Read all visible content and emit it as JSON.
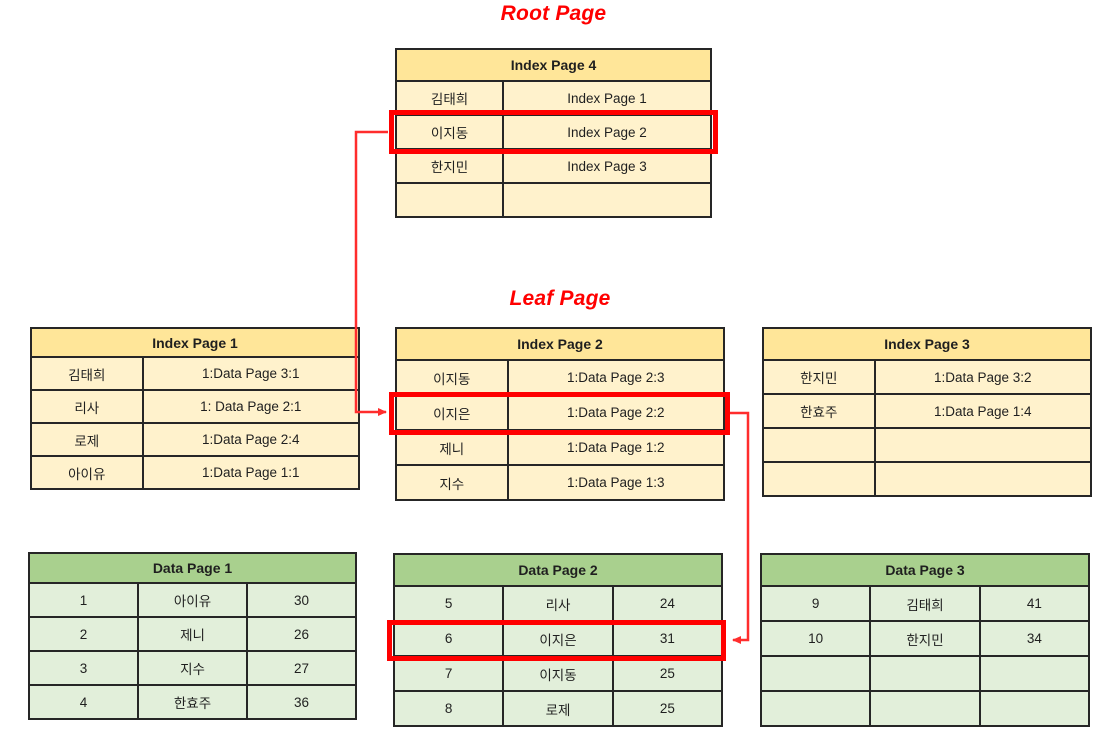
{
  "titles": {
    "root": "Root Page",
    "leaf": "Leaf Page"
  },
  "colors": {
    "index_header": "#FFE699",
    "index_body": "#FFF2CC",
    "data_header": "#A9D08E",
    "data_body": "#E2EFDA",
    "table_border": "#262626",
    "text": "#1F1F1F",
    "title_red": "#FF0000",
    "highlight": "#FF0000",
    "arrow": "#FF2D2D"
  },
  "tables": {
    "index4": {
      "kind": "index",
      "title": "Index Page 4",
      "rows": [
        [
          "김태희",
          "Index Page 1"
        ],
        [
          "이지동",
          "Index Page 2"
        ],
        [
          "한지민",
          "Index Page 3"
        ],
        [
          "",
          ""
        ]
      ],
      "highlighted_row": 1
    },
    "index1": {
      "kind": "index",
      "title": "Index Page 1",
      "rows": [
        [
          "김태희",
          "1:Data Page 3:1"
        ],
        [
          "리사",
          "1: Data Page 2:1"
        ],
        [
          "로제",
          "1:Data Page 2:4"
        ],
        [
          "아이유",
          "1:Data Page 1:1"
        ]
      ]
    },
    "index2": {
      "kind": "index",
      "title": "Index Page 2",
      "rows": [
        [
          "이지동",
          "1:Data Page 2:3"
        ],
        [
          "이지은",
          "1:Data Page 2:2"
        ],
        [
          "제니",
          "1:Data Page 1:2"
        ],
        [
          "지수",
          "1:Data Page 1:3"
        ]
      ],
      "highlighted_row": 1
    },
    "index3": {
      "kind": "index",
      "title": "Index Page 3",
      "rows": [
        [
          "한지민",
          "1:Data Page 3:2"
        ],
        [
          "한효주",
          "1:Data Page 1:4"
        ],
        [
          "",
          ""
        ],
        [
          "",
          ""
        ]
      ]
    },
    "data1": {
      "kind": "data",
      "title": "Data Page 1",
      "rows": [
        [
          "1",
          "아이유",
          "30"
        ],
        [
          "2",
          "제니",
          "26"
        ],
        [
          "3",
          "지수",
          "27"
        ],
        [
          "4",
          "한효주",
          "36"
        ]
      ]
    },
    "data2": {
      "kind": "data",
      "title": "Data Page 2",
      "rows": [
        [
          "5",
          "리사",
          "24"
        ],
        [
          "6",
          "이지은",
          "31"
        ],
        [
          "7",
          "이지동",
          "25"
        ],
        [
          "8",
          "로제",
          "25"
        ]
      ],
      "highlighted_row": 1
    },
    "data3": {
      "kind": "data",
      "title": "Data Page 3",
      "rows": [
        [
          "9",
          "김태희",
          "41"
        ],
        [
          "10",
          "한지민",
          "34"
        ],
        [
          "",
          "",
          ""
        ],
        [
          "",
          "",
          ""
        ]
      ]
    }
  },
  "flow": {
    "arrows": [
      {
        "from": "index4 row 이지동 / Index Page 2",
        "to": "index2 row 이지은"
      },
      {
        "from": "index2 row 이지은 / 1:Data Page 2:2",
        "to": "data2 row 6 이지은 31"
      }
    ]
  }
}
